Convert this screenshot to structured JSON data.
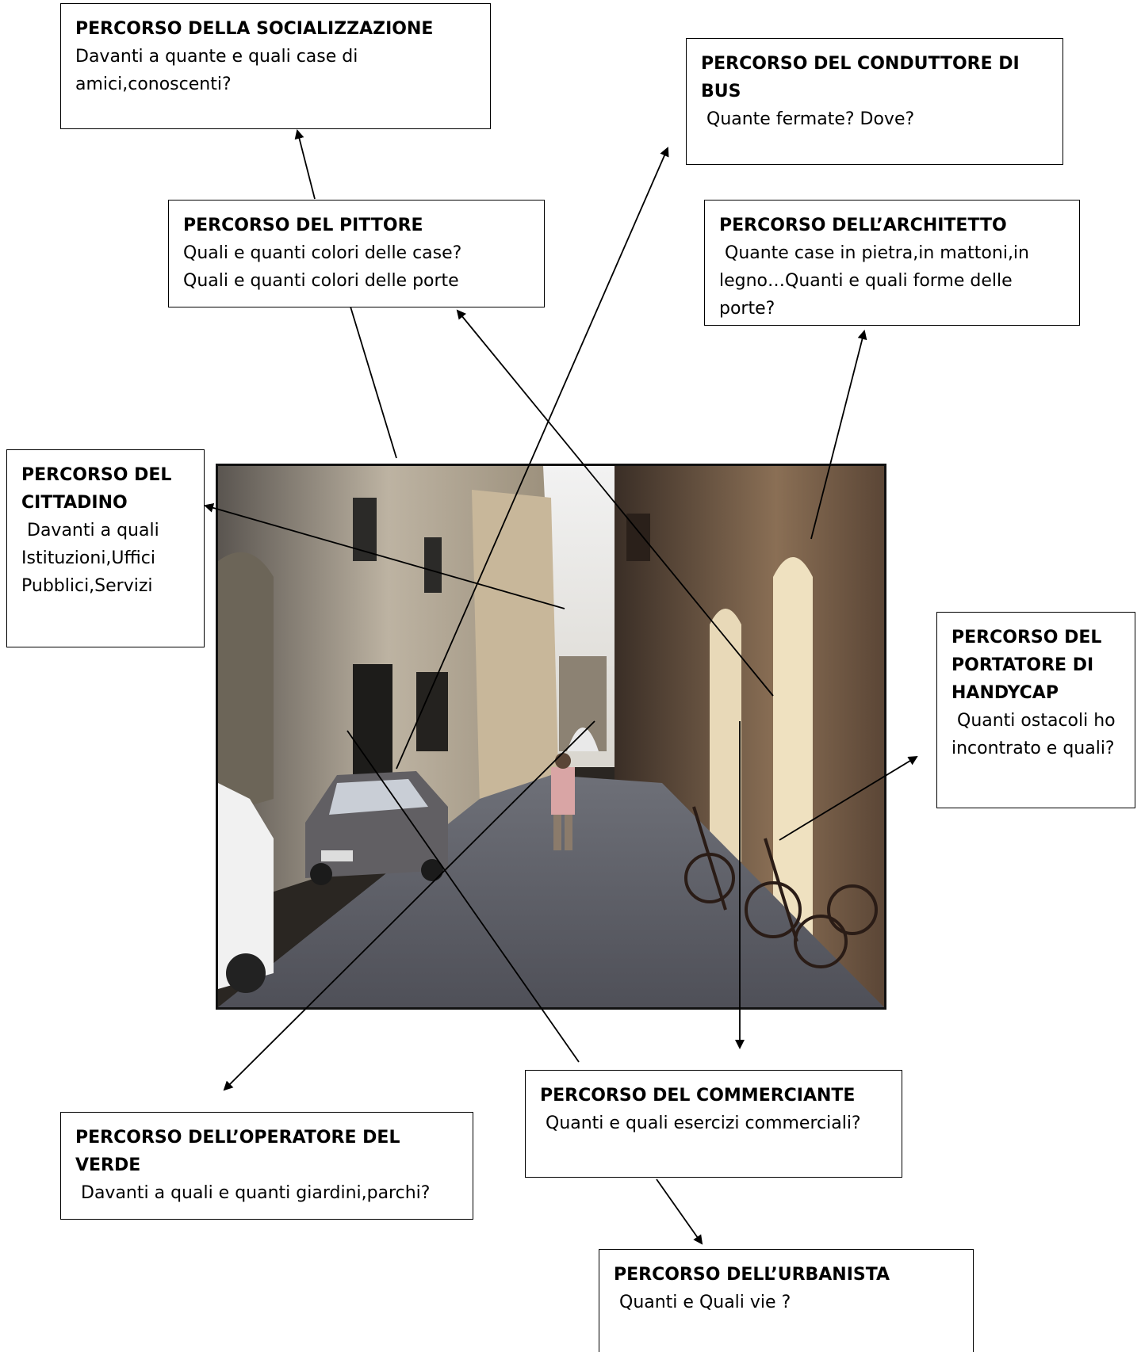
{
  "boxes": [
    {
      "id": "socializzazione",
      "title": "PERCORSO DELLA SOCIALIZZAZIONE",
      "desc": "Davanti a quante e quali case di\namici,conoscenti?"
    },
    {
      "id": "conduttore",
      "title": "PERCORSO DEL CONDUTTORE DI BUS",
      "desc": " Quante fermate? Dove?"
    },
    {
      "id": "pittore",
      "title": "PERCORSO DEL PITTORE",
      "desc": "Quali e quanti colori delle case?\nQuali e quanti colori delle porte"
    },
    {
      "id": "architetto",
      "title": "PERCORSO DELL’ARCHITETTO",
      "desc": " Quante case in pietra,in mattoni,in legno…Quanti e quali forme delle porte?"
    },
    {
      "id": "cittadino",
      "title": "PERCORSO DEL CITTADINO",
      "desc": " Davanti a quali Istituzioni,Uffici Pubblici,Servizi"
    },
    {
      "id": "handycap",
      "title": "PERCORSO DEL PORTATORE DI HANDYCAP",
      "desc": " Quanti ostacoli ho incontrato e quali?"
    },
    {
      "id": "commerciante",
      "title": "PERCORSO DEL COMMERCIANTE",
      "desc": " Quanti e quali esercizi commerciali?"
    },
    {
      "id": "verde",
      "title": "PERCORSO DELL’OPERATORE DEL VERDE",
      "desc": " Davanti a quali e quanti giardini,parchi?"
    },
    {
      "id": "urbanista",
      "title": "PERCORSO DELL’URBANISTA",
      "desc": " Quanti e Quali vie ?"
    }
  ]
}
